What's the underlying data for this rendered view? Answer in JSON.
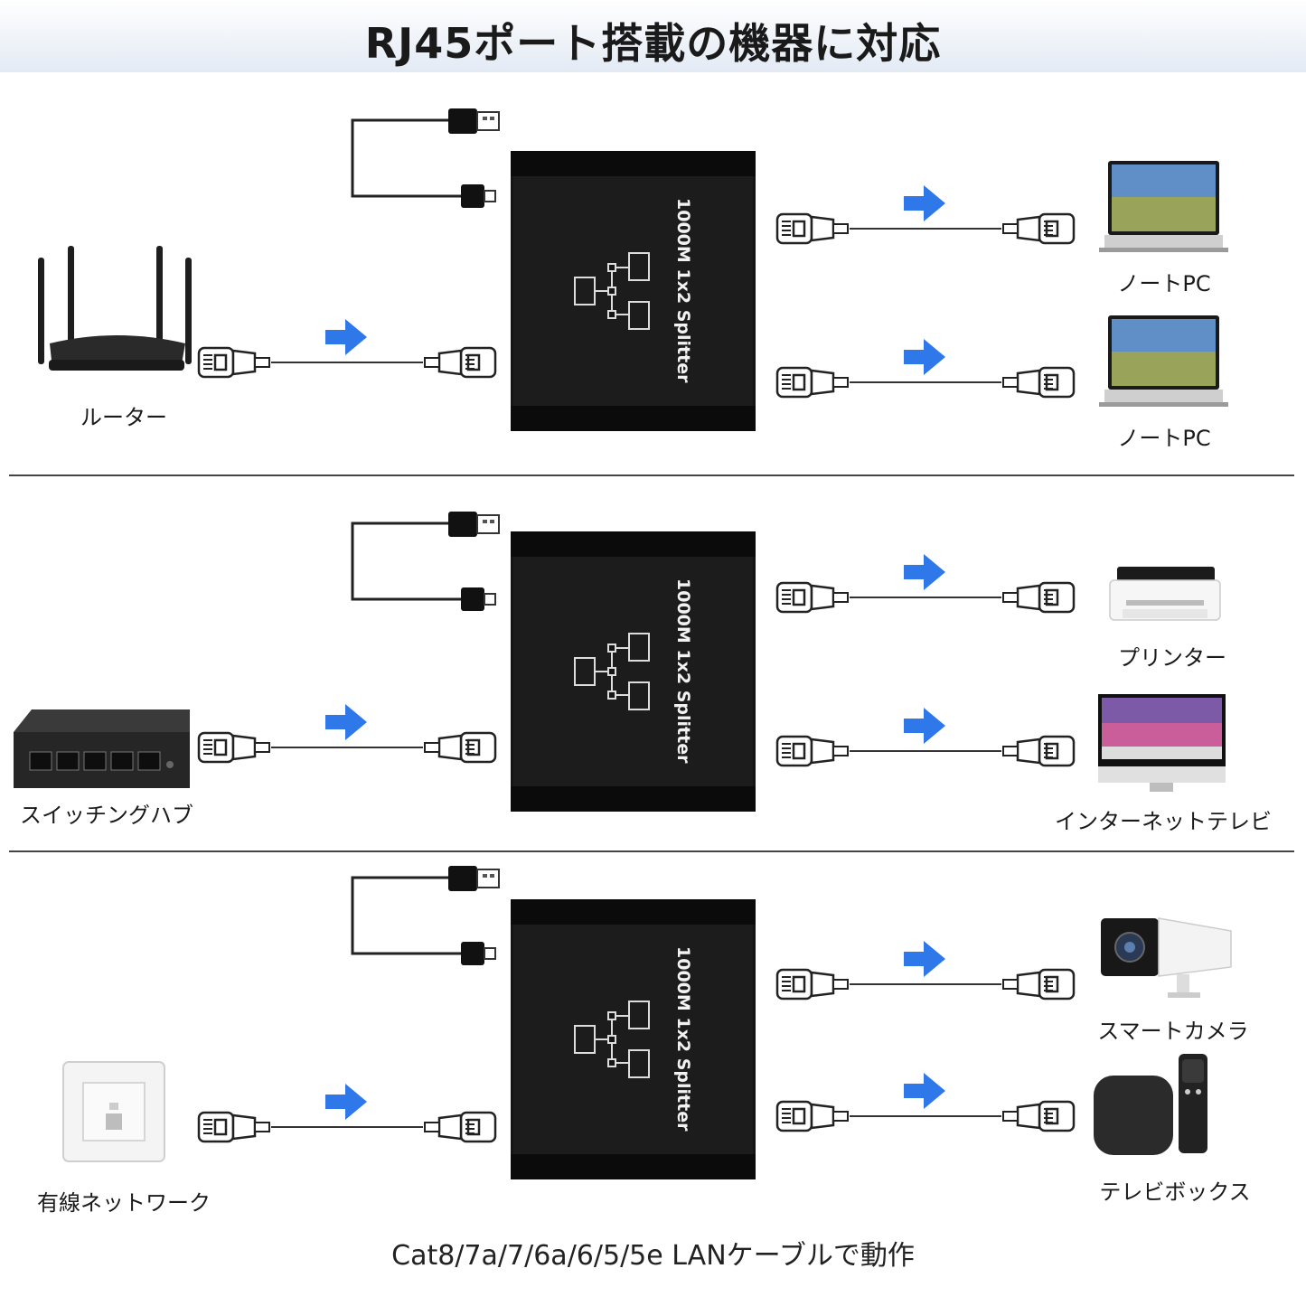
{
  "title": "RJ45ポート搭載の機器に対応",
  "splitter_label": "1000M 1x2 Splitter",
  "footer": "Cat8/7a/7/6a/6/5/5e LANケーブルで動作",
  "arrow_color": "#2f78ea",
  "sections": [
    {
      "source": {
        "label": "ルーター",
        "icon": "router-icon"
      },
      "outputs": [
        {
          "label": "ノートPC",
          "icon": "laptop-icon"
        },
        {
          "label": "ノートPC",
          "icon": "laptop-icon"
        }
      ]
    },
    {
      "source": {
        "label": "スイッチングハブ",
        "icon": "switching-hub-icon"
      },
      "outputs": [
        {
          "label": "プリンター",
          "icon": "printer-icon"
        },
        {
          "label": "インターネットテレビ",
          "icon": "tv-icon"
        }
      ]
    },
    {
      "source": {
        "label": "有線ネットワーク",
        "icon": "wall-lan-port-icon"
      },
      "outputs": [
        {
          "label": "スマートカメラ",
          "icon": "smart-camera-icon"
        },
        {
          "label": "テレビボックス",
          "icon": "tv-box-icon"
        }
      ]
    }
  ]
}
